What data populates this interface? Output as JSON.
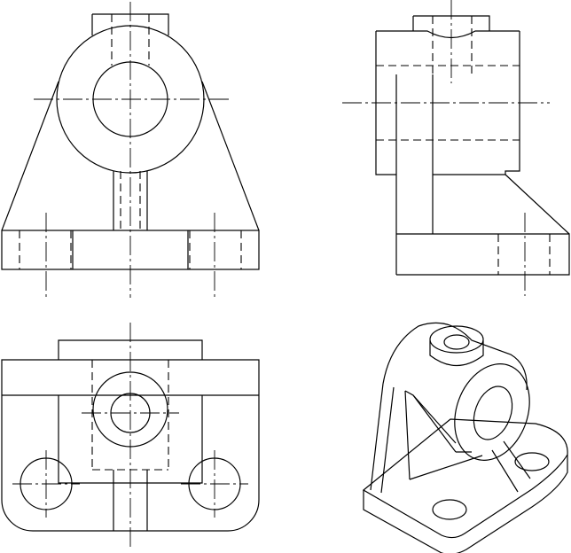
{
  "drawing": {
    "views": [
      {
        "id": "front",
        "kind": "orthographic"
      },
      {
        "id": "side",
        "kind": "orthographic"
      },
      {
        "id": "top",
        "kind": "orthographic"
      },
      {
        "id": "isometric",
        "kind": "pictorial"
      }
    ],
    "line_color": "#000000",
    "background": "#ffffff"
  }
}
